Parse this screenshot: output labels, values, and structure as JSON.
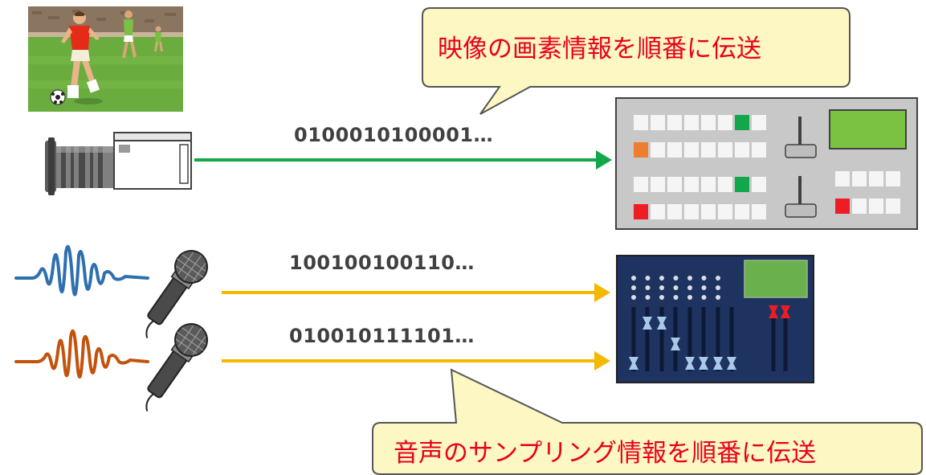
{
  "callouts": {
    "video": "映像の画素情報を順番に伝送",
    "audio": "音声のサンプリング情報を順番に伝送"
  },
  "streams": {
    "video_bits": "0100010100001…",
    "audio_bits_1": "100100100110…",
    "audio_bits_2": "010010111101…"
  },
  "colors": {
    "video_line": "#12a84a",
    "audio_line": "#f5b800",
    "callout_fill": "#fdf7c3",
    "callout_text": "#e8001c",
    "wave_blue": "#2e6fb0",
    "wave_orange": "#c2530c",
    "switcher_panel": "#c8c8c8",
    "mixer_panel": "#1e3360",
    "screen_green": "#6ab04c"
  },
  "icons": [
    "soccer-photo",
    "video-camera-icon",
    "microphone-icon",
    "sound-wave-icon",
    "video-switcher-icon",
    "audio-mixer-icon"
  ]
}
